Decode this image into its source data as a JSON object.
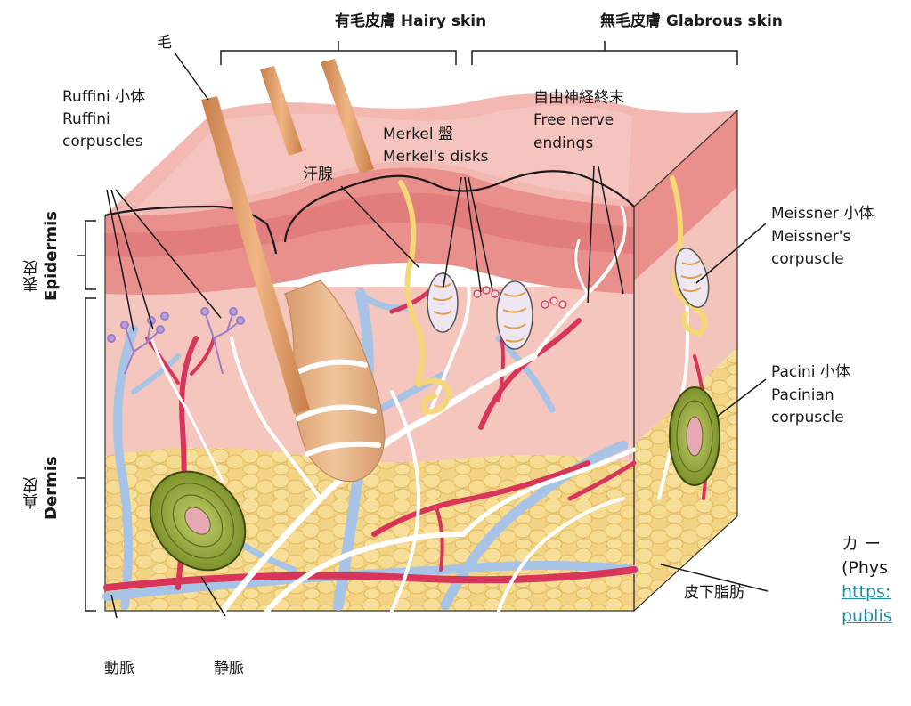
{
  "header": {
    "hairy_skin": "有毛皮膚 Hairy skin",
    "glabrous_skin": "無毛皮膚 Glabrous skin"
  },
  "labels": {
    "hair": "毛",
    "ruffini_jp": "Ruffini 小体",
    "ruffini_en_1": "Ruffini",
    "ruffini_en_2": "corpuscles",
    "merkel_jp": "Merkel 盤",
    "merkel_en": "Merkel's disks",
    "free_nerve_jp": "自由神経終末",
    "free_nerve_en_1": "Free nerve",
    "free_nerve_en_2": "endings",
    "sweat_gland": "汗腺",
    "meissner_jp": "Meissner 小体",
    "meissner_en_1": "Meissner's",
    "meissner_en_2": "corpuscle",
    "pacini_jp": "Pacini 小体",
    "pacini_en_1": "Pacinian",
    "pacini_en_2": "corpuscle",
    "subcutaneous_fat": "皮下脂肪",
    "artery": "動脈",
    "vein": "静脈"
  },
  "layers": {
    "epidermis_jp": "表皮",
    "epidermis_en": "Epidermis",
    "dermis_jp": "真皮",
    "dermis_en": "Dermis"
  },
  "credit": {
    "line1": "カ ー",
    "line2": "(Phys",
    "link1": "https:",
    "link2": "publis"
  },
  "colors": {
    "epidermis": "#e88a8a",
    "dermis": "#f4c2b8",
    "fat": "#f1d27a",
    "artery": "#d9345a",
    "vein": "#a7c4e6",
    "nerve": "#ffffff",
    "hair": "#e0a070",
    "pacinian": "#8ea238"
  }
}
